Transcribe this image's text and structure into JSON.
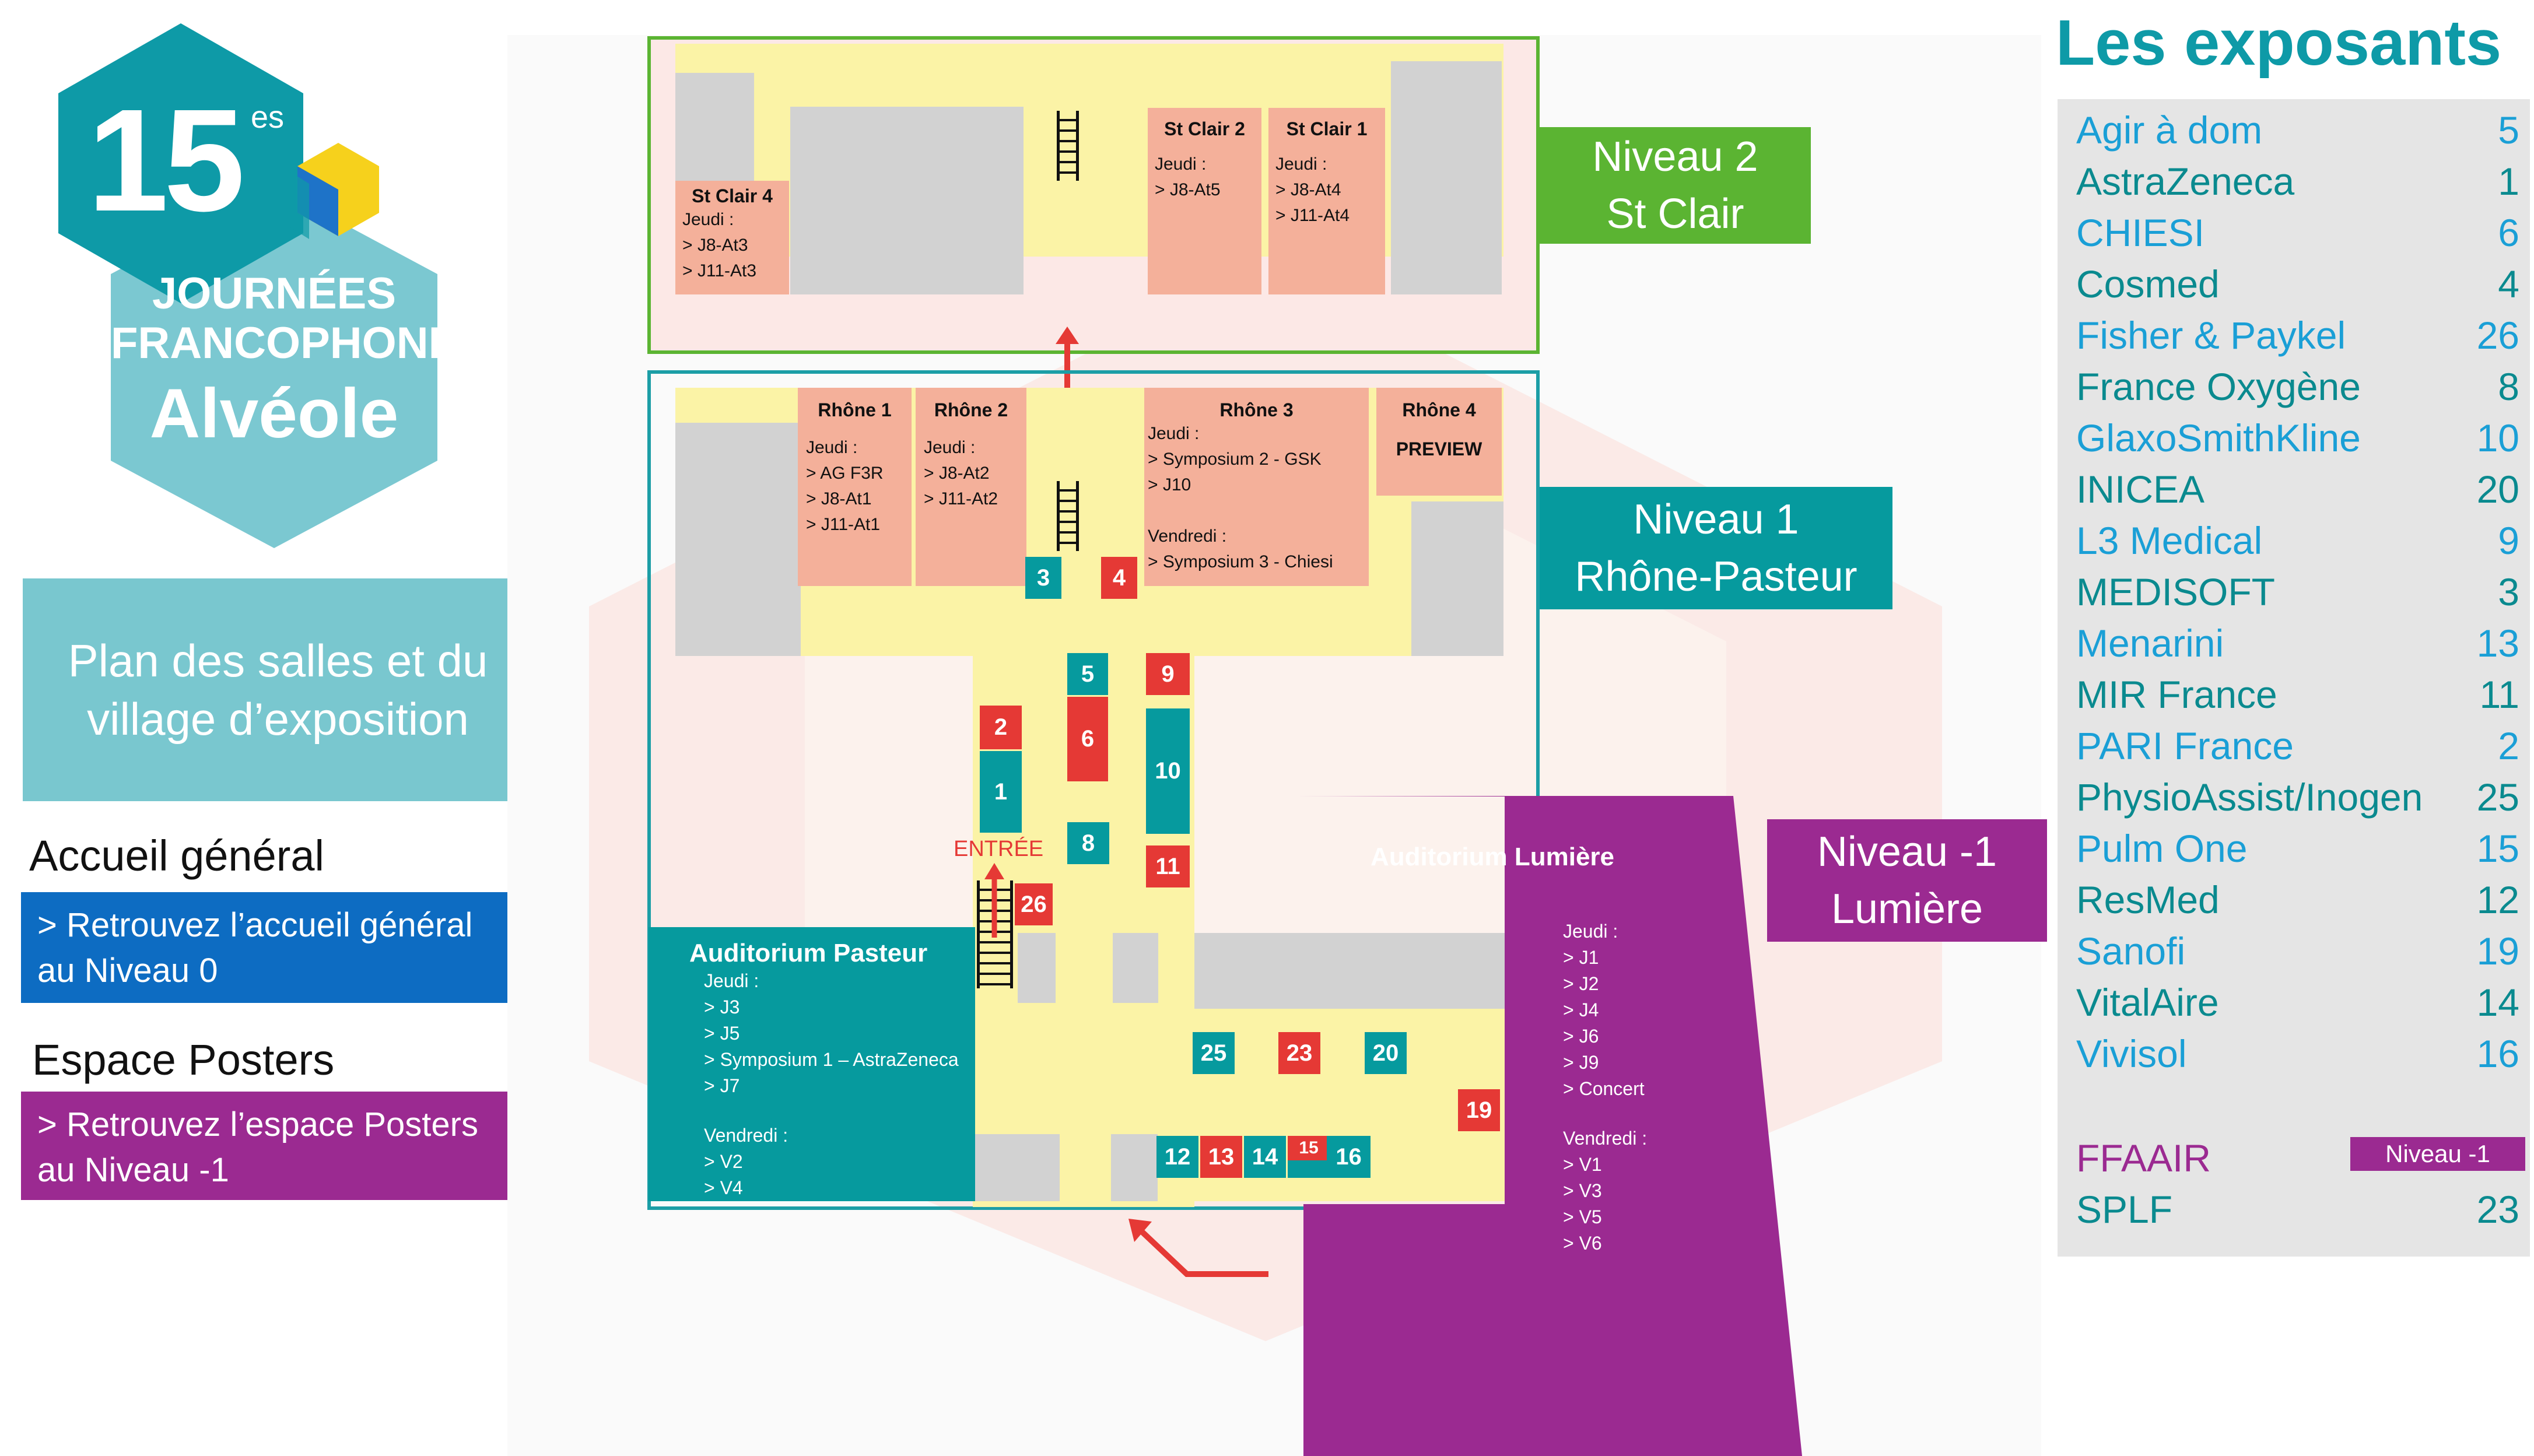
{
  "logo": {
    "number": "15",
    "superscript": "es",
    "line1": "JOURNÉES",
    "line2": "FRANCOPHONES",
    "line3": "Alvéole"
  },
  "left_panel": {
    "plan_title": "Plan des salles et du village d’exposition",
    "accueil_title": "Accueil général",
    "accueil_text": "> Retrouvez l’accueil général au Niveau 0",
    "posters_title": "Espace Posters",
    "posters_text": "> Retrouvez l’espace Posters au Niveau -1"
  },
  "levels": {
    "niveau2": {
      "line1": "Niveau 2",
      "line2": "St Clair"
    },
    "niveau1": {
      "line1": "Niveau 1",
      "line2": "Rhône-Pasteur"
    },
    "niveau_moins1": {
      "line1": "Niveau -1",
      "line2": "Lumière"
    }
  },
  "rooms": {
    "st_clair_4": {
      "name": "St Clair 4",
      "lines": [
        "Jeudi :",
        "> J8-At3",
        "> J11-At3"
      ]
    },
    "st_clair_2": {
      "name": "St Clair 2",
      "lines": [
        "Jeudi :",
        "> J8-At5"
      ]
    },
    "st_clair_1": {
      "name": "St Clair 1",
      "lines": [
        "Jeudi :",
        "> J8-At4",
        "> J11-At4"
      ]
    },
    "rhone_1": {
      "name": "Rhône 1",
      "lines": [
        "Jeudi :",
        "> AG F3R",
        "> J8-At1",
        "> J11-At1"
      ]
    },
    "rhone_2": {
      "name": "Rhône 2",
      "lines": [
        "Jeudi :",
        "> J8-At2",
        "> J11-At2"
      ]
    },
    "rhone_3": {
      "name": "Rhône 3",
      "lines": [
        "Jeudi :",
        "> Symposium 2 - GSK",
        "> J10",
        "",
        "Vendredi :",
        "> Symposium 3 -  Chiesi"
      ]
    },
    "rhone_4": {
      "name": "Rhône 4",
      "lines": [
        "PREVIEW"
      ]
    },
    "auditorium_pasteur": {
      "name": "Auditorium Pasteur",
      "lines": [
        "Jeudi :",
        "> J3",
        "> J5",
        "> Symposium 1 – AstraZeneca",
        "> J7",
        "",
        "Vendredi :",
        "> V2",
        "> V4"
      ]
    },
    "auditorium_lumiere": {
      "name": "Auditorium Lumière",
      "lines": [
        "Jeudi :",
        "> J1",
        "> J2",
        "> J4",
        "> J6",
        "> J9",
        "> Concert",
        "",
        "Vendredi :",
        "> V1",
        "> V3",
        "> V5",
        "> V6"
      ]
    }
  },
  "entrance_label": "ENTRÉE",
  "booths": {
    "b1": "1",
    "b2": "2",
    "b3": "3",
    "b4": "4",
    "b5": "5",
    "b6": "6",
    "b8": "8",
    "b9": "9",
    "b10": "10",
    "b11": "11",
    "b12": "12",
    "b13": "13",
    "b14": "14",
    "b15": "15",
    "b16": "16",
    "b19": "19",
    "b20": "20",
    "b23": "23",
    "b25": "25",
    "b26": "26"
  },
  "exhibitors": {
    "title": "Les exposants",
    "items": [
      {
        "name": "Agir à dom",
        "num": "5",
        "color": "#1a9fd6"
      },
      {
        "name": "AstraZeneca",
        "num": "1",
        "color": "#0a8a8f"
      },
      {
        "name": "CHIESI",
        "num": "6",
        "color": "#1a9fd6"
      },
      {
        "name": "Cosmed",
        "num": "4",
        "color": "#0a8a8f"
      },
      {
        "name": "Fisher &  Paykel",
        "num": "26",
        "color": "#1a9fd6"
      },
      {
        "name": "France Oxygène",
        "num": "8",
        "color": "#0a8a8f"
      },
      {
        "name": "GlaxoSmithKline",
        "num": "10",
        "color": "#1a9fd6"
      },
      {
        "name": "INICEA",
        "num": "20",
        "color": "#0a8a8f"
      },
      {
        "name": "L3 Medical",
        "num": "9",
        "color": "#1a9fd6"
      },
      {
        "name": "MEDISOFT",
        "num": "3",
        "color": "#0a8a8f"
      },
      {
        "name": "Menarini",
        "num": "13",
        "color": "#1a9fd6"
      },
      {
        "name": "MIR France",
        "num": "11",
        "color": "#0a8a8f"
      },
      {
        "name": "PARI France",
        "num": "2",
        "color": "#1a9fd6"
      },
      {
        "name": "PhysioAssist/Inogen",
        "num": "25",
        "color": "#0a8a8f"
      },
      {
        "name": "Pulm One",
        "num": "15",
        "color": "#1a9fd6"
      },
      {
        "name": "ResMed",
        "num": "12",
        "color": "#0a8a8f"
      },
      {
        "name": "Sanofi",
        "num": "19",
        "color": "#1a9fd6"
      },
      {
        "name": "VitalAire",
        "num": "14",
        "color": "#0a8a8f"
      },
      {
        "name": "Vivisol",
        "num": "16",
        "color": "#1a9fd6"
      }
    ],
    "ffaair": {
      "name": "FFAAIR",
      "badge": "Niveau -1"
    },
    "splf": {
      "name": "SPLF",
      "num": "23"
    }
  },
  "colors": {
    "teal": "#069a9e",
    "red": "#e53935",
    "purple": "#9b2a91",
    "green": "#5bb432",
    "blue": "#0d6cc2",
    "light_teal": "#79c7cf"
  }
}
